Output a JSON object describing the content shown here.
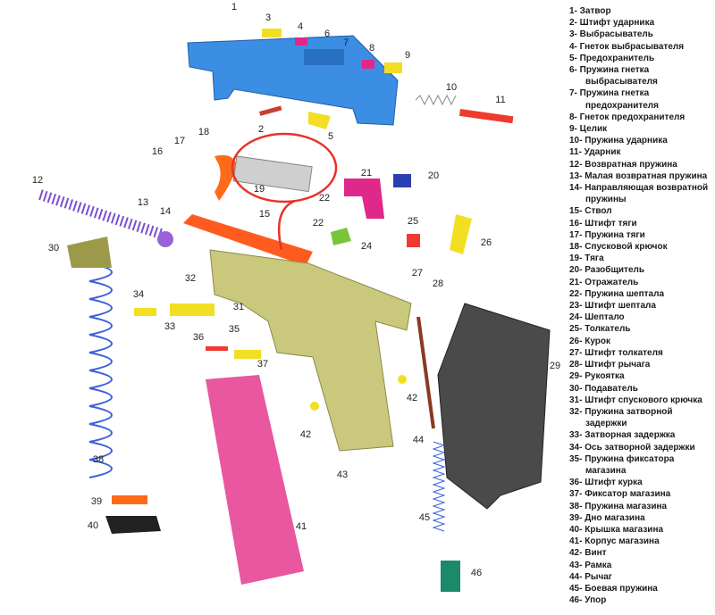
{
  "diagram": {
    "title": "Пистолет — схема разборки (детали 1–46)",
    "colors": {
      "slide": "#3b8ee3",
      "barrel": "#ff5b1f",
      "frame": "#c9c87c",
      "grip": "#4a4a4a",
      "magazine": "#e8579f",
      "spring_purple": "#7a4fd0",
      "spring_blue": "#3a5fd8",
      "annotation": "#e8322a",
      "pink_part": "#e0288a",
      "yellow_part": "#f2df23"
    },
    "callouts": [
      "1",
      "2",
      "3",
      "4",
      "5",
      "6",
      "7",
      "8",
      "9",
      "10",
      "11",
      "12",
      "13",
      "14",
      "15",
      "16",
      "17",
      "18",
      "19",
      "20",
      "21",
      "22",
      "22",
      "24",
      "25",
      "26",
      "27",
      "28",
      "29",
      "30",
      "31",
      "32",
      "33",
      "34",
      "35",
      "36",
      "37",
      "38",
      "39",
      "40",
      "41",
      "42",
      "42",
      "43",
      "44",
      "45",
      "46"
    ]
  },
  "legend": [
    "1- Затвор",
    "2- Штифт ударника",
    "3- Выбрасыватель",
    "4- Гнеток выбрасывателя",
    "5- Предохранитель",
    "6- Пружина гнетка выбрасывателя",
    "7- Пружина гнетка предохранителя",
    "8- Гнеток предохранителя",
    "9- Целик",
    "10- Пружина ударника",
    "11- Ударник",
    "12- Возвратная пружина",
    "13- Малая возвратная пружина",
    "14- Направляющая возвратной пружины",
    "15- Ствол",
    "16- Штифт тяги",
    "17- Пружина тяги",
    "18- Спусковой крючок",
    "19- Тяга",
    "20- Разобщитель",
    "21- Отражатель",
    "22- Пружина шептала",
    "23- Штифт шептала",
    "24- Шептало",
    "25- Толкатель",
    "26- Курок",
    "27- Штифт толкателя",
    "28- Штифт рычага",
    "29- Рукоятка",
    "30- Подаватель",
    "31- Штифт спускового крючка",
    "32- Пружина затворной задержки",
    "33- Затворная задержка",
    "34- Ось затворной задержки",
    "35- Пружина фиксатора магазина",
    "36- Штифт курка",
    "37- Фиксатор магазина",
    "38- Пружина магазина",
    "39- Дно магазина",
    "40- Крышка магазина",
    "41- Корпус магазина",
    "42- Винт",
    "43- Рамка",
    "44- Рычаг",
    "45- Боевая пружина",
    "46- Упор"
  ]
}
